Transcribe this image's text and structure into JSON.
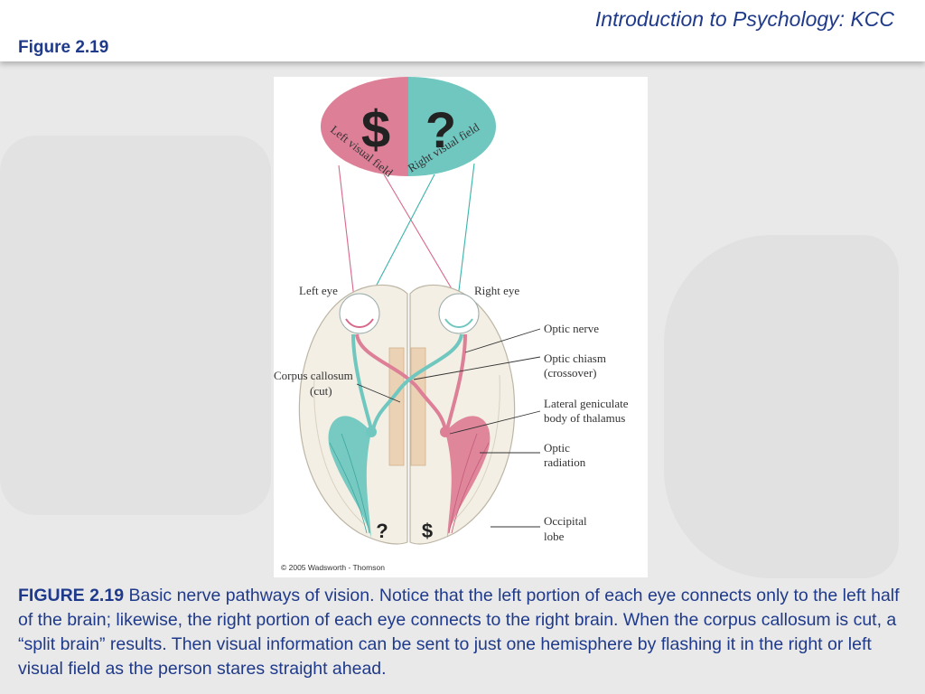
{
  "header": {
    "course_title": "Introduction to Psychology: KCC",
    "figure_label": "Figure 2.19"
  },
  "diagram": {
    "left_symbol": "$",
    "right_symbol": "?",
    "left_field_label": "Left visual field",
    "right_field_label": "Right visual field",
    "left_eye_label": "Left eye",
    "right_eye_label": "Right eye",
    "optic_nerve_label": "Optic nerve",
    "optic_chiasm_label": "Optic chiasm",
    "optic_chiasm_sub": "(crossover)",
    "corpus_callosum_label": "Corpus callosum",
    "corpus_callosum_sub": "(cut)",
    "lgn_label_1": "Lateral geniculate",
    "lgn_label_2": "body of thalamus",
    "optic_radiation_label_1": "Optic",
    "optic_radiation_label_2": "radiation",
    "occipital_label_1": "Occipital",
    "occipital_label_2": "lobe",
    "left_lobe_symbol": "?",
    "right_lobe_symbol": "$",
    "copyright": "© 2005 Wadsworth - Thomson",
    "colors": {
      "left_field": "#dd7f97",
      "right_field": "#6fc7c0",
      "brain": "#f3efe4",
      "callosum": "#ecd2b4"
    }
  },
  "caption": {
    "label": "FIGURE 2.19",
    "text": " Basic nerve pathways of vision. Notice that the left portion of each eye connects only to the left half of the brain; likewise, the right portion of each eye connects to the right brain. When the corpus callosum is cut, a “split brain” results. Then visual information can be sent to just one hemisphere by flashing it in the right or left visual field as the person stares straight ahead."
  }
}
